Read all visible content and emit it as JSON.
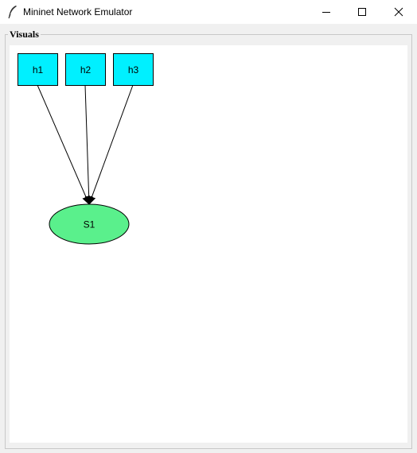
{
  "window": {
    "title": "Mininet Network Emulator",
    "icon": "feather-icon",
    "controls": [
      "minimize-icon",
      "maximize-icon",
      "close-icon"
    ]
  },
  "visuals": {
    "label": "Visuals"
  },
  "topology": {
    "hosts": [
      {
        "name": "h1",
        "color": "#00f0ff"
      },
      {
        "name": "h2",
        "color": "#00f0ff"
      },
      {
        "name": "h3",
        "color": "#00f0ff"
      }
    ],
    "switches": [
      {
        "name": "S1",
        "color": "#5af08c"
      }
    ],
    "links": [
      {
        "from": "h1",
        "to": "S1"
      },
      {
        "from": "h2",
        "to": "S1"
      },
      {
        "from": "h3",
        "to": "S1"
      }
    ]
  }
}
